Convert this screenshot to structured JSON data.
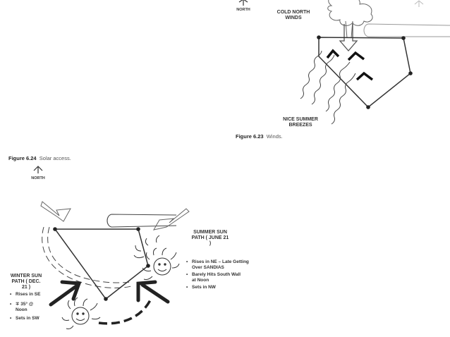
{
  "fig23": {
    "north": "NORTH",
    "cold_winds": "COLD NORTH WINDS",
    "summer_breezes": "NICE SUMMER BREEZES",
    "caption_number": "Figure 6.23",
    "caption_text": "Winds."
  },
  "fig24": {
    "caption_number": "Figure 6.24",
    "caption_text": "Solar access.",
    "north": "NORTH",
    "summer_path": "SUMMER SUN PATH ( JUNE 21 )",
    "summer_bullets": [
      "Rises in NE – Late Getting Over SANDIAS",
      "Barely Hits South Wall at Noon",
      "Sets in NW"
    ],
    "winter_path": "WINTER SUN PATH ( DEC. 21 )",
    "winter_bullets": [
      "Rises in SE",
      "∓ 35° @ Noon",
      "Sets in SW"
    ]
  }
}
